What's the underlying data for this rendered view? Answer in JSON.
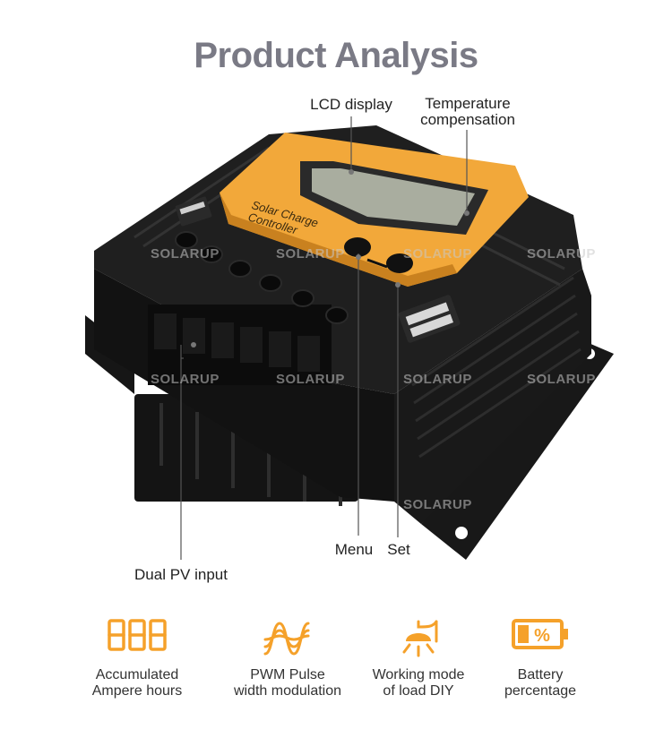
{
  "title": "Product Analysis",
  "callouts": {
    "lcd": "LCD display",
    "temp_line1": "Temperature",
    "temp_line2": "compensation",
    "menu": "Menu",
    "set": "Set",
    "pv": "Dual PV input"
  },
  "panel": {
    "line1": "Solar Charge",
    "line2": "Controller"
  },
  "watermark": "SOLARUP",
  "features": [
    {
      "icon": "seven-segment-icon",
      "line1": "Accumulated",
      "line2": "Ampere hours"
    },
    {
      "icon": "waveform-icon",
      "line1": "PWM Pulse",
      "line2": "width modulation"
    },
    {
      "icon": "lamp-icon",
      "line1": "Working mode",
      "line2": "of load DIY"
    },
    {
      "icon": "battery-percent-icon",
      "line1": "Battery",
      "line2": "percentage",
      "symbol": "%"
    }
  ],
  "colors": {
    "accent": "#f5a12a",
    "panel": "#f2a83a",
    "body": "#1e1e1e",
    "title": "#7a7a85"
  }
}
